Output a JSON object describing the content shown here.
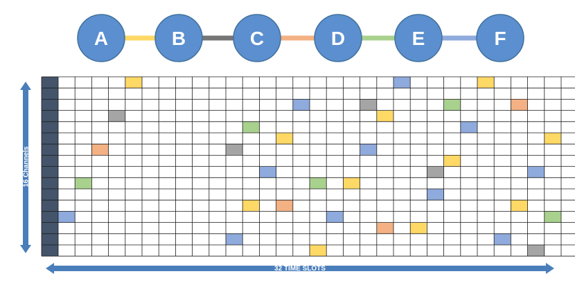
{
  "nodes": [
    {
      "label": "A"
    },
    {
      "label": "B"
    },
    {
      "label": "C"
    },
    {
      "label": "D"
    },
    {
      "label": "E"
    },
    {
      "label": "F"
    }
  ],
  "links": [
    {
      "from": "A",
      "to": "B",
      "color": "#FFD966"
    },
    {
      "from": "B",
      "to": "C",
      "color": "#757575"
    },
    {
      "from": "C",
      "to": "D",
      "color": "#F4B183"
    },
    {
      "from": "D",
      "to": "E",
      "color": "#A9D18E"
    },
    {
      "from": "E",
      "to": "F",
      "color": "#8FAADC"
    }
  ],
  "grid": {
    "slots": 32,
    "channels": 16,
    "channel_axis_label": "16 Channels",
    "slot_axis_label": "32 TIME SLOTS",
    "cells": [
      {
        "slot": 5,
        "channel": 1,
        "color": "#FFD966"
      },
      {
        "slot": 21,
        "channel": 1,
        "color": "#8FAADC"
      },
      {
        "slot": 26,
        "channel": 1,
        "color": "#FFD966"
      },
      {
        "slot": 15,
        "channel": 3,
        "color": "#8FAADC"
      },
      {
        "slot": 19,
        "channel": 3,
        "color": "#A5A5A5"
      },
      {
        "slot": 24,
        "channel": 3,
        "color": "#A9D18E"
      },
      {
        "slot": 28,
        "channel": 3,
        "color": "#F4B183"
      },
      {
        "slot": 4,
        "channel": 4,
        "color": "#A5A5A5"
      },
      {
        "slot": 20,
        "channel": 4,
        "color": "#FFD966"
      },
      {
        "slot": 12,
        "channel": 5,
        "color": "#A9D18E"
      },
      {
        "slot": 25,
        "channel": 5,
        "color": "#8FAADC"
      },
      {
        "slot": 14,
        "channel": 6,
        "color": "#FFD966"
      },
      {
        "slot": 30,
        "channel": 6,
        "color": "#FFD966"
      },
      {
        "slot": 3,
        "channel": 7,
        "color": "#F4B183"
      },
      {
        "slot": 11,
        "channel": 7,
        "color": "#A5A5A5"
      },
      {
        "slot": 19,
        "channel": 7,
        "color": "#8FAADC"
      },
      {
        "slot": 24,
        "channel": 8,
        "color": "#FFD966"
      },
      {
        "slot": 13,
        "channel": 9,
        "color": "#8FAADC"
      },
      {
        "slot": 23,
        "channel": 9,
        "color": "#A5A5A5"
      },
      {
        "slot": 29,
        "channel": 9,
        "color": "#8FAADC"
      },
      {
        "slot": 2,
        "channel": 10,
        "color": "#A9D18E"
      },
      {
        "slot": 16,
        "channel": 10,
        "color": "#A9D18E"
      },
      {
        "slot": 18,
        "channel": 10,
        "color": "#FFD966"
      },
      {
        "slot": 23,
        "channel": 11,
        "color": "#8FAADC"
      },
      {
        "slot": 12,
        "channel": 12,
        "color": "#FFD966"
      },
      {
        "slot": 14,
        "channel": 12,
        "color": "#F4B183"
      },
      {
        "slot": 28,
        "channel": 12,
        "color": "#FFD966"
      },
      {
        "slot": 1,
        "channel": 13,
        "color": "#8FAADC"
      },
      {
        "slot": 17,
        "channel": 13,
        "color": "#8FAADC"
      },
      {
        "slot": 30,
        "channel": 13,
        "color": "#A9D18E"
      },
      {
        "slot": 20,
        "channel": 14,
        "color": "#F4B183"
      },
      {
        "slot": 22,
        "channel": 14,
        "color": "#FFD966"
      },
      {
        "slot": 11,
        "channel": 15,
        "color": "#8FAADC"
      },
      {
        "slot": 27,
        "channel": 15,
        "color": "#8FAADC"
      },
      {
        "slot": 16,
        "channel": 16,
        "color": "#FFD966"
      },
      {
        "slot": 29,
        "channel": 16,
        "color": "#A5A5A5"
      }
    ]
  },
  "colors": {
    "node_fill": "#5B8FCF",
    "node_stroke": "#41719C",
    "arrow": "#4A7EBB",
    "header_column": "#44546A",
    "grid_line": "#1a1a1a"
  }
}
